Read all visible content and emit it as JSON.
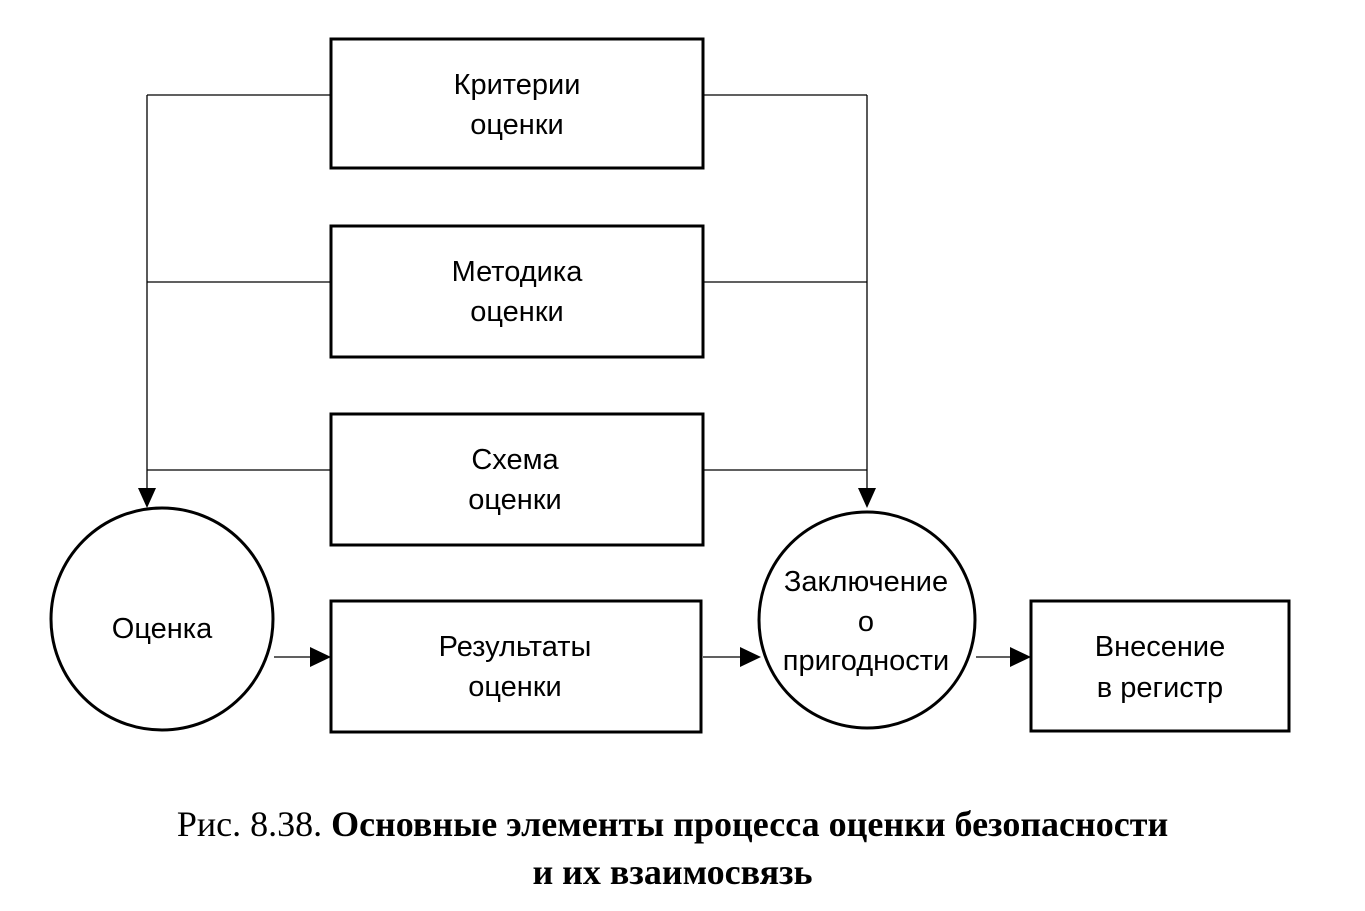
{
  "nodes": {
    "criteria": {
      "lines": [
        "Критерии",
        "оценки"
      ]
    },
    "methodology": {
      "lines": [
        "Методика",
        "оценки"
      ]
    },
    "scheme": {
      "lines": [
        "Схема",
        "оценки"
      ]
    },
    "evaluation": {
      "lines": [
        "Оценка"
      ]
    },
    "results": {
      "lines": [
        "Результаты",
        "оценки"
      ]
    },
    "conclusion": {
      "lines": [
        "Заключение",
        "о",
        "пригодности"
      ]
    },
    "registry": {
      "lines": [
        "Внесение",
        "в регистр"
      ]
    }
  },
  "edges": [
    {
      "from": "criteria",
      "to": "evaluation"
    },
    {
      "from": "methodology",
      "to": "evaluation"
    },
    {
      "from": "scheme",
      "to": "evaluation"
    },
    {
      "from": "criteria",
      "to": "conclusion"
    },
    {
      "from": "methodology",
      "to": "conclusion"
    },
    {
      "from": "scheme",
      "to": "conclusion"
    },
    {
      "from": "evaluation",
      "to": "results"
    },
    {
      "from": "results",
      "to": "conclusion"
    },
    {
      "from": "conclusion",
      "to": "registry"
    }
  ],
  "caption": {
    "prefix": "Рис. 8.38.",
    "title_line1": "Основные элементы процесса оценки безопасности",
    "title_line2": "и их взаимосвязь"
  }
}
